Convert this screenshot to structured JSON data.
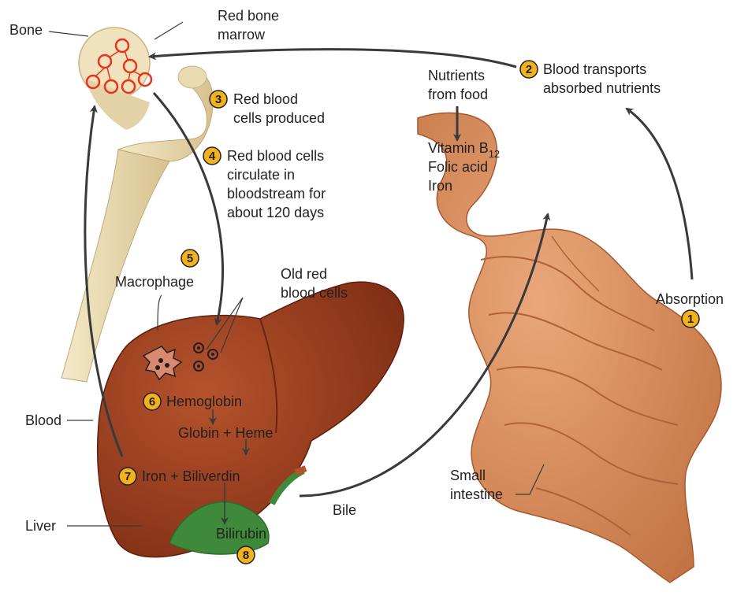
{
  "labels": {
    "bone": "Bone",
    "red_bone_marrow": [
      "Red bone",
      "marrow"
    ],
    "blood_transports": [
      "Blood transports",
      "absorbed nutrients"
    ],
    "nutrients_from_food": [
      "Nutrients",
      "from food"
    ],
    "vitamin": "Vitamin B",
    "vitamin_sub": "12",
    "folic_acid": "Folic acid",
    "iron": "Iron",
    "rbc_produced": [
      "Red blood",
      "cells produced"
    ],
    "rbc_circulate": [
      "Red blood cells",
      "circulate in",
      "bloodstream for",
      "about 120 days"
    ],
    "macrophage": "Macrophage",
    "old_rbc": [
      "Old red",
      "blood cells"
    ],
    "absorption": "Absorption",
    "hemoglobin": "Hemoglobin",
    "globin_heme": "Globin + Heme",
    "iron_biliverdin": "Iron + Biliverdin",
    "blood": "Blood",
    "liver": "Liver",
    "bilirubin": "Bilirubin",
    "bile": "Bile",
    "small_intestine": [
      "Small",
      "intestine"
    ]
  },
  "steps": [
    "1",
    "2",
    "3",
    "4",
    "5",
    "6",
    "7",
    "8"
  ],
  "colors": {
    "step_badge": "#f2b21b",
    "bone": "#efe2bd",
    "bone_shadow": "#c9b482",
    "liver": "#9b3b1e",
    "liver_dark": "#6e2410",
    "gallbladder": "#3f8a3a",
    "intestine": "#d98a56",
    "intestine_shadow": "#b0603a",
    "cells": "#e8341c",
    "arrow": "#3a3a3a"
  }
}
